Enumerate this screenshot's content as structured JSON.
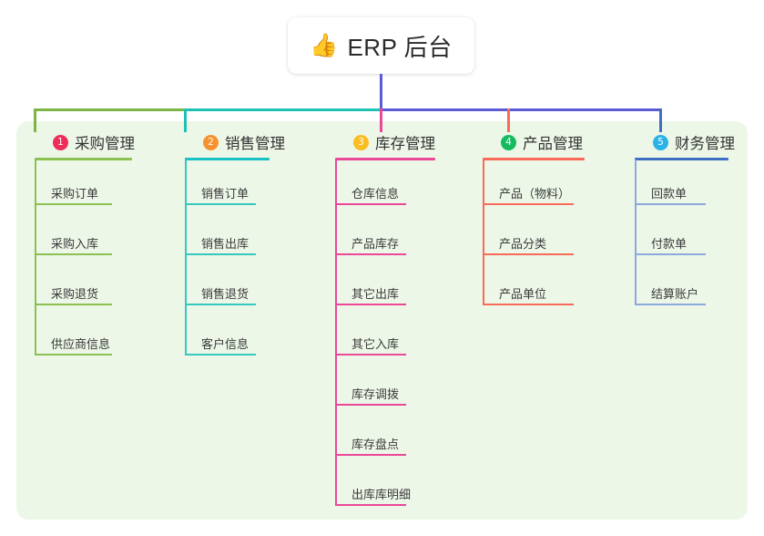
{
  "diagram": {
    "type": "mindmap-tree",
    "root": {
      "emoji": "👍",
      "emoji_name": "thumbs-up-icon",
      "title": "ERP 后台"
    },
    "panel_bg": "#edf7e8",
    "branches": [
      {
        "index": "1",
        "title": "采购管理",
        "badge_color": "#ed2d58",
        "rule_color": "#8cc152",
        "line_color": "#8cc152",
        "items": [
          "采购订单",
          "采购入库",
          "采购退货",
          "供应商信息"
        ]
      },
      {
        "index": "2",
        "title": "销售管理",
        "badge_color": "#f7922f",
        "rule_color": "#19c0c4",
        "line_color": "#36c7bf",
        "items": [
          "销售订单",
          "销售出库",
          "销售退货",
          "客户信息"
        ]
      },
      {
        "index": "3",
        "title": "库存管理",
        "badge_color": "#fbbd21",
        "rule_color": "#ec4899",
        "line_color": "#ec4899",
        "items": [
          "仓库信息",
          "产品库存",
          "其它出库",
          "其它入库",
          "库存调拨",
          "库存盘点",
          "出库库明细"
        ]
      },
      {
        "index": "4",
        "title": "产品管理",
        "badge_color": "#16bb5f",
        "rule_color": "#fa6a5a",
        "line_color": "#fa6a5a",
        "items": [
          "产品（物料）",
          "产品分类",
          "产品单位"
        ]
      },
      {
        "index": "5",
        "title": "财务管理",
        "badge_color": "#2bb3e8",
        "rule_color": "#3f6fc4",
        "line_color": "#8da8dd",
        "items": [
          "回款单",
          "付款单",
          "结算账户"
        ]
      }
    ],
    "connector": {
      "trunk_color": "#5b5bd6",
      "bus_segment_1_color": "#7db544",
      "bus_segment_2_color": "#1ec1b4",
      "bus_segment_3_color": "#5b5bd6",
      "drop_colors": [
        "#7db544",
        "#1ec1b4",
        "#ec4899",
        "#fa6a5a",
        "#3f6fc4"
      ]
    }
  }
}
